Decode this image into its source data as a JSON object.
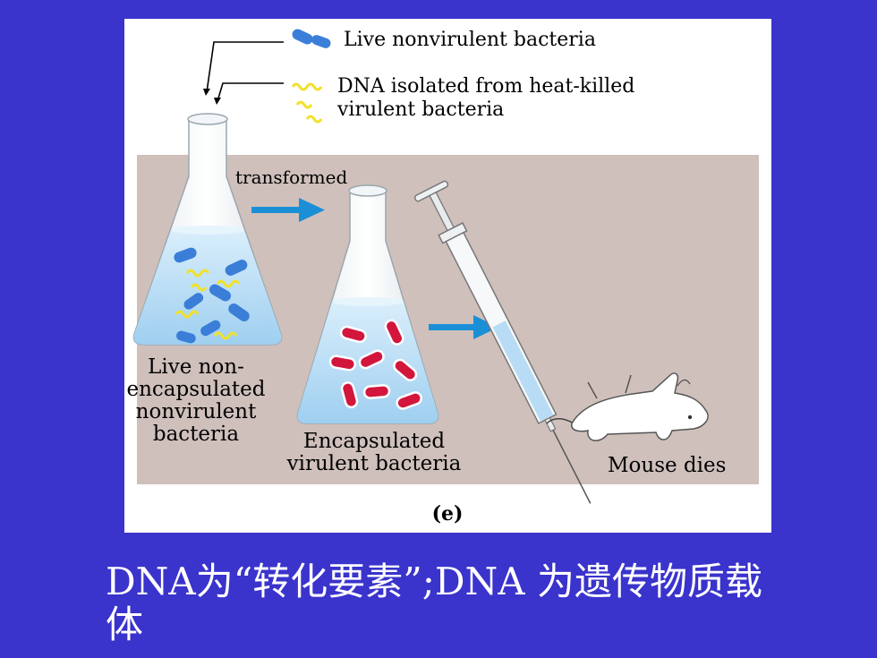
{
  "legend": {
    "live_bacteria": "Live nonvirulent bacteria",
    "dna_line1": "DNA isolated from heat-killed",
    "dna_line2": "virulent bacteria"
  },
  "labels": {
    "transformed": "transformed",
    "flask1": [
      "Live non-",
      "encapsulated",
      "nonvirulent",
      "bacteria"
    ],
    "flask2": [
      "Encapsulated",
      "virulent bacteria"
    ],
    "mouse": "Mouse dies",
    "panel": "(e)"
  },
  "caption": {
    "line1": "DNA为“转化要素”;DNA 为遗传物质载",
    "line2": "体"
  },
  "colors": {
    "background": "#3a33cc",
    "panel_bg": "#cfc0bc",
    "liquid": "#b8dcf5",
    "arrow": "#1b8fd6",
    "nonvirulent": "#3a7ed8",
    "virulent": "#d2163c",
    "dna": "#f1e12a"
  }
}
